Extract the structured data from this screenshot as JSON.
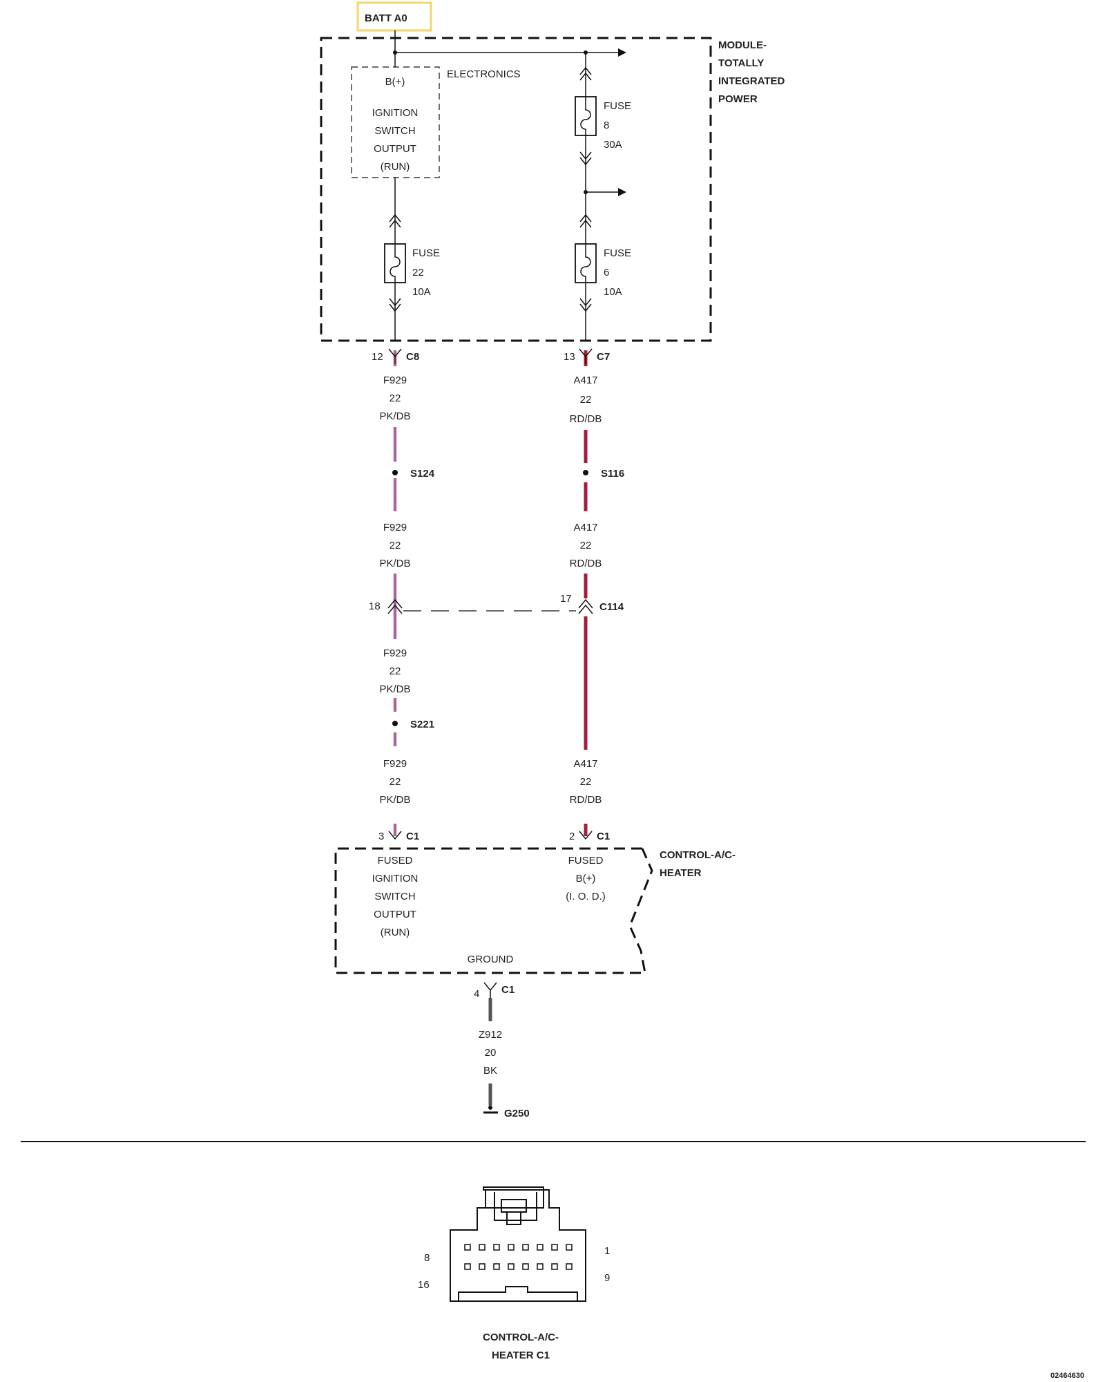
{
  "batt_label": "BATT A0",
  "module": {
    "title_lines": [
      "MODULE-",
      "TOTALLY",
      "INTEGRATED",
      "POWER"
    ],
    "electronics_label": "ELECTRONICS",
    "ignition_box_lines": [
      "B(+)",
      "IGNITION",
      "SWITCH",
      "OUTPUT",
      "(RUN)"
    ],
    "fuses": [
      {
        "lines": [
          "FUSE",
          "22",
          "10A"
        ]
      },
      {
        "lines": [
          "FUSE",
          "8",
          "30A"
        ]
      },
      {
        "lines": [
          "FUSE",
          "6",
          "10A"
        ]
      }
    ]
  },
  "circuits": {
    "left": {
      "connector_top": {
        "pin": "12",
        "name": "C8"
      },
      "wire": [
        "F929",
        "22",
        "PK/DB"
      ],
      "splices": [
        "S124",
        "S221"
      ],
      "inline": {
        "pin": "18"
      },
      "connector_bottom": {
        "pin": "3",
        "name": "C1"
      },
      "color": "#e089a8"
    },
    "right": {
      "connector_top": {
        "pin": "13",
        "name": "C7"
      },
      "wire": [
        "A417",
        "22",
        "RD/DB"
      ],
      "splices": [
        "S116"
      ],
      "inline": {
        "pin": "17",
        "name": "C114"
      },
      "connector_bottom": {
        "pin": "2",
        "name": "C1"
      },
      "color": "#c0152a"
    }
  },
  "control": {
    "title_lines": [
      "CONTROL-A/C-",
      "HEATER"
    ],
    "left_lines": [
      "FUSED",
      "IGNITION",
      "SWITCH",
      "OUTPUT",
      "(RUN)"
    ],
    "right_lines": [
      "FUSED",
      "B(+)",
      "(I. O. D.)"
    ],
    "ground_label": "GROUND"
  },
  "ground_circuit": {
    "pin": "4",
    "connector": "C1",
    "wire": [
      "Z912",
      "20",
      "BK"
    ],
    "ground": "G250",
    "color": "#555555"
  },
  "connector_view": {
    "pin_labels": {
      "top_left": "8",
      "top_right": "1",
      "bottom_left": "16",
      "bottom_right": "9"
    },
    "title_lines": [
      "CONTROL-A/C-",
      "HEATER C1"
    ]
  },
  "figure_id": "02464630"
}
